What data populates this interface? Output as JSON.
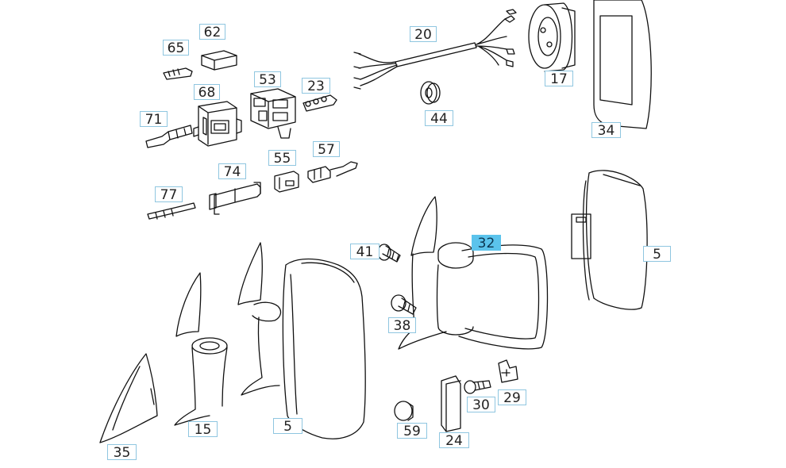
{
  "diagram": {
    "highlight_color": "#5bc3ec",
    "callouts": {
      "p62": "62",
      "p65": "65",
      "p68": "68",
      "p53": "53",
      "p23": "23",
      "p20": "20",
      "p44": "44",
      "p17": "17",
      "p34": "34",
      "p71": "71",
      "p55": "55",
      "p57": "57",
      "p74": "74",
      "p77": "77",
      "p41": "41",
      "p32": "32",
      "p5r": "5",
      "p38": "38",
      "p15": "15",
      "p5l": "5",
      "p35": "35",
      "p59": "59",
      "p24": "24",
      "p30": "30",
      "p29": "29"
    },
    "active_callout": "32"
  }
}
